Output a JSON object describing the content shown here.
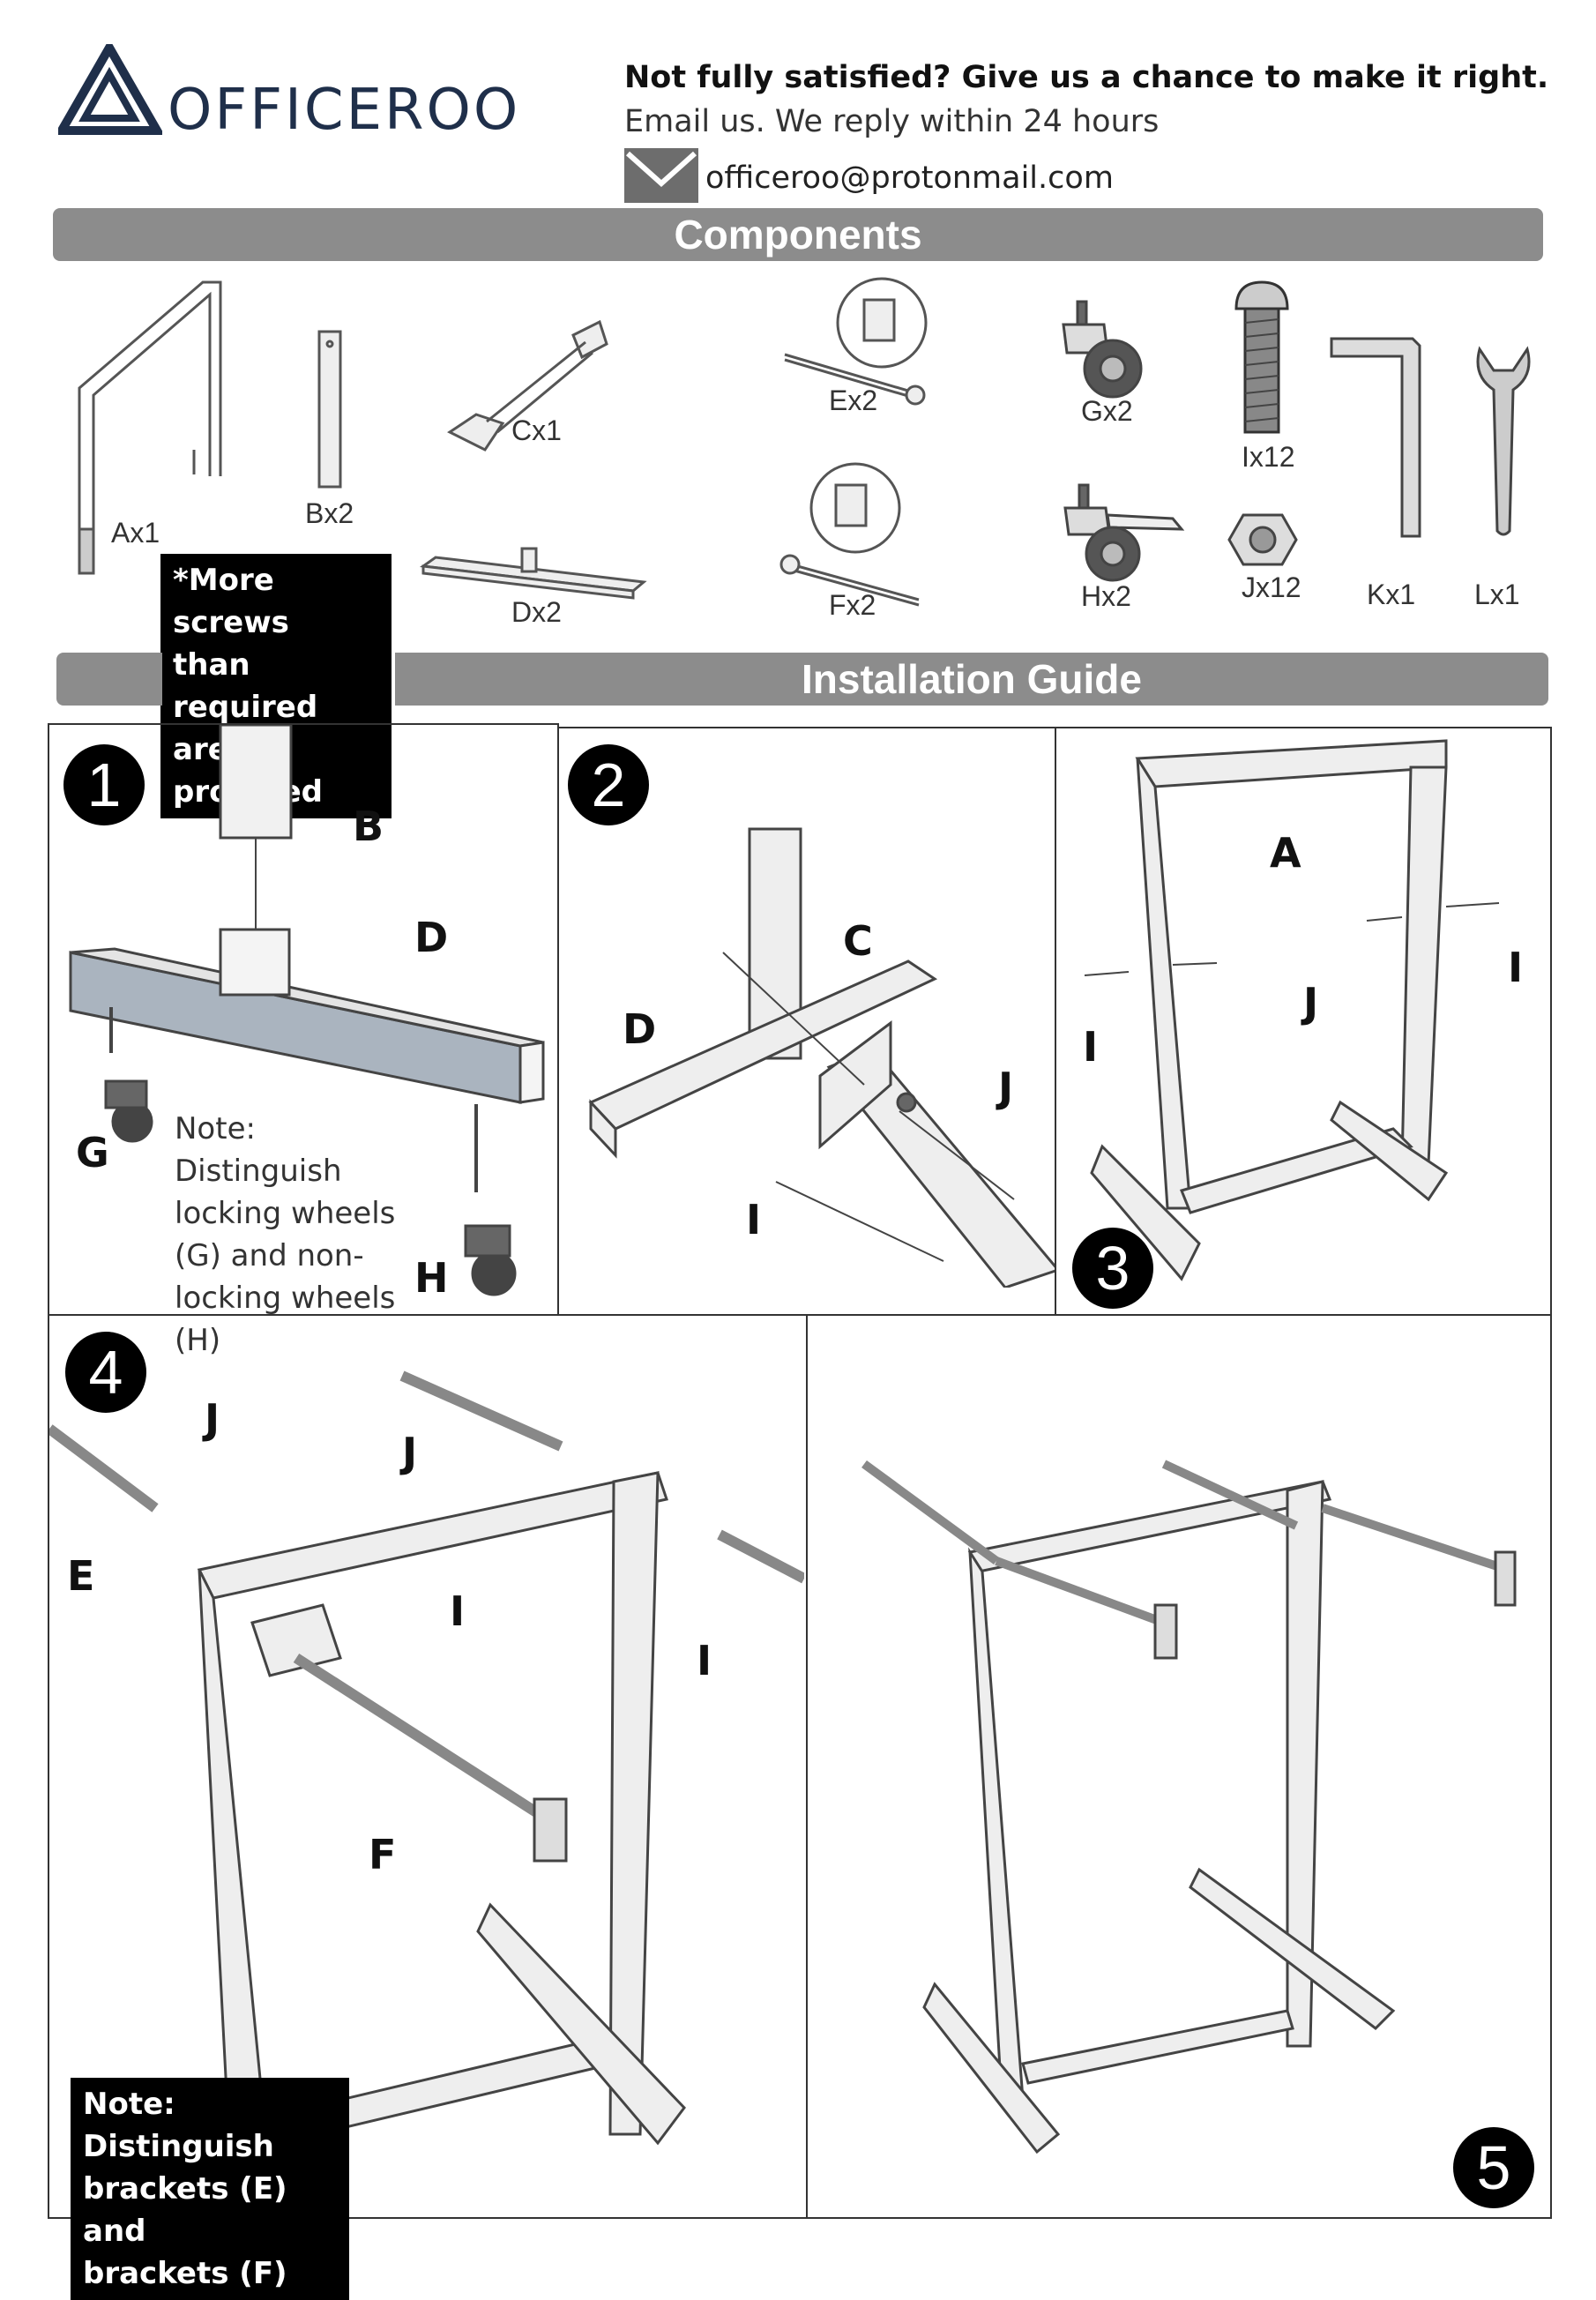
{
  "header": {
    "brand": "OFFICEROO",
    "headline": "Not fully satisfied? Give us a chance to make it right.",
    "subline": "Email us. We reply within 24 hours",
    "email": "officeroo@protonmail.com"
  },
  "sections": {
    "components": "Components",
    "installation": "Installation Guide"
  },
  "components": [
    {
      "id": "A",
      "label": "Ax1"
    },
    {
      "id": "B",
      "label": "Bx2"
    },
    {
      "id": "C",
      "label": "Cx1"
    },
    {
      "id": "D",
      "label": "Dx2"
    },
    {
      "id": "E",
      "label": "Ex2"
    },
    {
      "id": "F",
      "label": "Fx2"
    },
    {
      "id": "G",
      "label": "Gx2"
    },
    {
      "id": "H",
      "label": "Hx2"
    },
    {
      "id": "I",
      "label": "Ix12"
    },
    {
      "id": "J",
      "label": "Jx12"
    },
    {
      "id": "K",
      "label": "Kx1"
    },
    {
      "id": "L",
      "label": "Lx1"
    }
  ],
  "screws_note": [
    "*More screws",
    "than required",
    "are provided"
  ],
  "steps": {
    "s1": {
      "number": "1",
      "callouts": [
        "B",
        "D",
        "G",
        "H"
      ],
      "note": [
        "Note: Distinguish",
        "locking wheels",
        "(G) and non-",
        "locking wheels",
        "(H)"
      ]
    },
    "s2": {
      "number": "2",
      "callouts": [
        "C",
        "D",
        "J",
        "I"
      ]
    },
    "s3": {
      "number": "3",
      "callouts": [
        "A",
        "I",
        "J",
        "I"
      ]
    },
    "s4": {
      "number": "4",
      "callouts": [
        "J",
        "J",
        "E",
        "I",
        "I",
        "F"
      ],
      "note": [
        "Note: Distinguish",
        "brackets (E) and",
        "brackets (F)"
      ]
    },
    "s5": {
      "number": "5"
    }
  }
}
